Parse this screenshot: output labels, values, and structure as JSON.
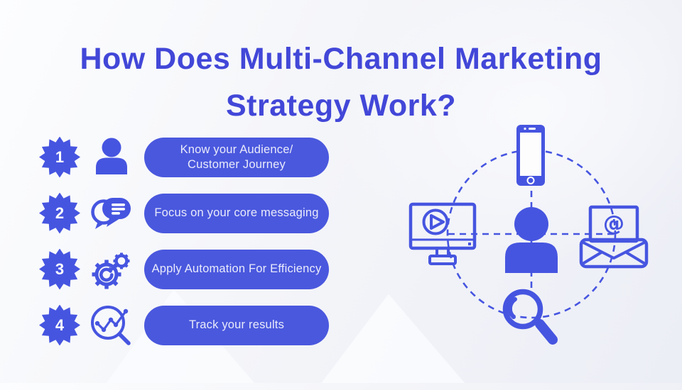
{
  "title": {
    "line1": "How Does Multi-Channel Marketing",
    "line2": "Strategy Work?"
  },
  "steps": [
    {
      "number": "1",
      "icon": "person-icon",
      "label_line1": "Know your Audience/",
      "label_line2": "Customer Journey"
    },
    {
      "number": "2",
      "icon": "chat-bubbles-icon",
      "label_line1": "Focus on your core messaging",
      "label_line2": ""
    },
    {
      "number": "3",
      "icon": "automation-gears-icon",
      "label_line1": "Apply Automation For Efficiency",
      "label_line2": ""
    },
    {
      "number": "4",
      "icon": "magnifier-analytics-icon",
      "label_line1": "Track your results",
      "label_line2": ""
    }
  ],
  "diagram": {
    "center_node": "audience-person",
    "nodes": [
      "smartphone",
      "video-player-monitor",
      "email-envelope",
      "search-magnifier"
    ],
    "email_at_symbol": "@"
  },
  "colors": {
    "primary_blue": "#4655E0",
    "title_blue": "#4247D8",
    "pill_blue": "#4A58DE",
    "pill_text": "#E9EBFA",
    "background": "#F2F3F8"
  }
}
